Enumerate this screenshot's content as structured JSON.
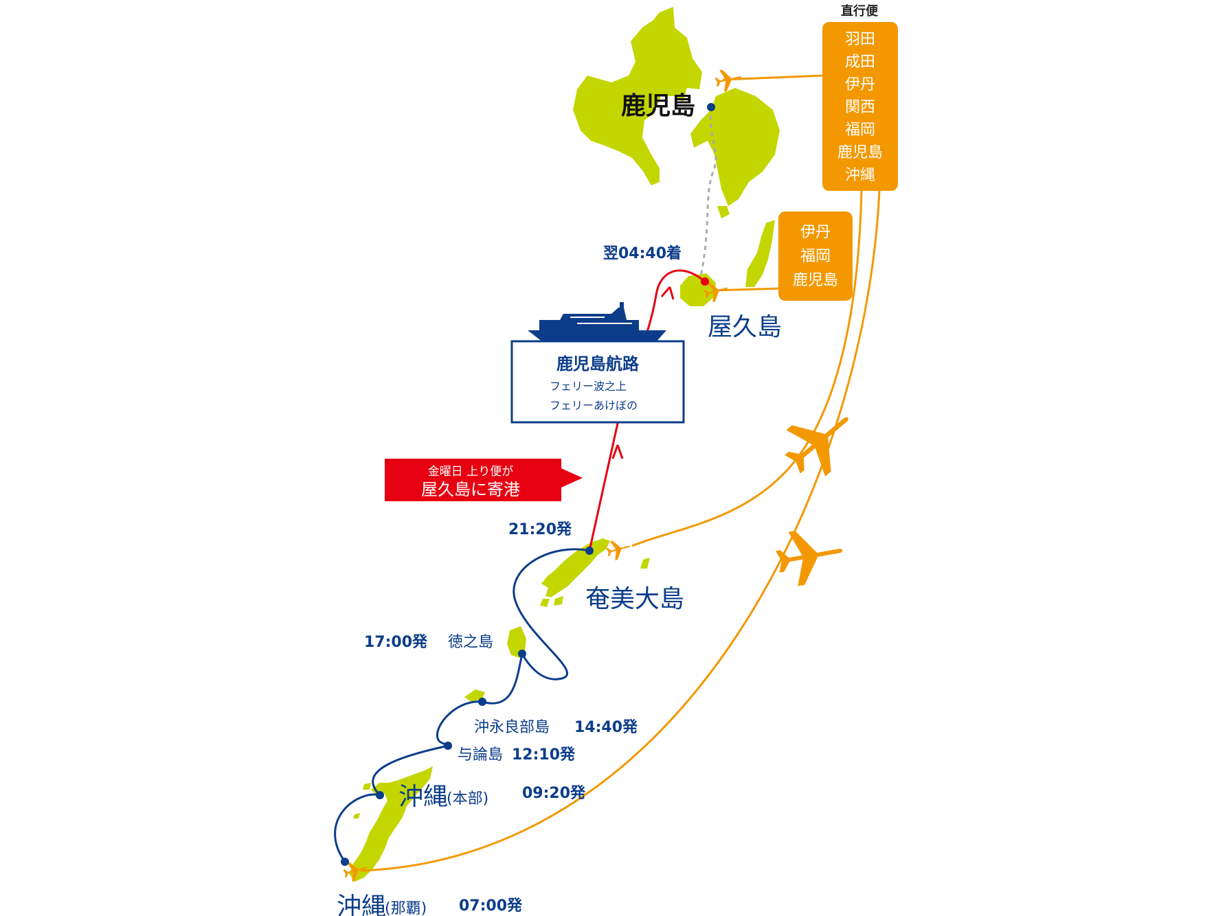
{
  "colors": {
    "land": "#c4d600",
    "sea_route": "#0c3d8a",
    "air_route": "#f39800",
    "friday_route": "#e60012",
    "ferry_connector": "#aaaaaa",
    "text": "#0c3d8a",
    "banner_bg": "#e60012"
  },
  "direct_flights": {
    "heading": "直行便",
    "kagoshima_airport_destinations": [
      "羽田",
      "成田",
      "伊丹",
      "関西",
      "福岡",
      "鹿児島",
      "沖縄"
    ],
    "yakushima_airport_destinations": [
      "伊丹",
      "福岡",
      "鹿児島"
    ]
  },
  "ports": {
    "kagoshima": "鹿児島",
    "yakushima": "屋久島",
    "amami": "奄美大島",
    "tokunoshima": "徳之島",
    "okinoerabu": "沖永良部島",
    "yoron": "与論島",
    "okinawa": "沖縄",
    "motobu_note": "(本部)",
    "naha_note": "(那覇)"
  },
  "times": {
    "yakushima_arrival": "翌04:40着",
    "amami_departure": "21:20発",
    "tokunoshima_departure": "17:00発",
    "okinoerabu_departure": "14:40発",
    "yoron_departure": "12:10発",
    "motobu_departure": "09:20発",
    "naha_departure": "07:00発"
  },
  "ferry": {
    "route_name": "鹿児島航路",
    "ships": [
      "フェリー波之上",
      "フェリーあけぼの"
    ]
  },
  "notice": {
    "line1": "金曜日 上り便が",
    "line2": "屋久島に寄港"
  }
}
